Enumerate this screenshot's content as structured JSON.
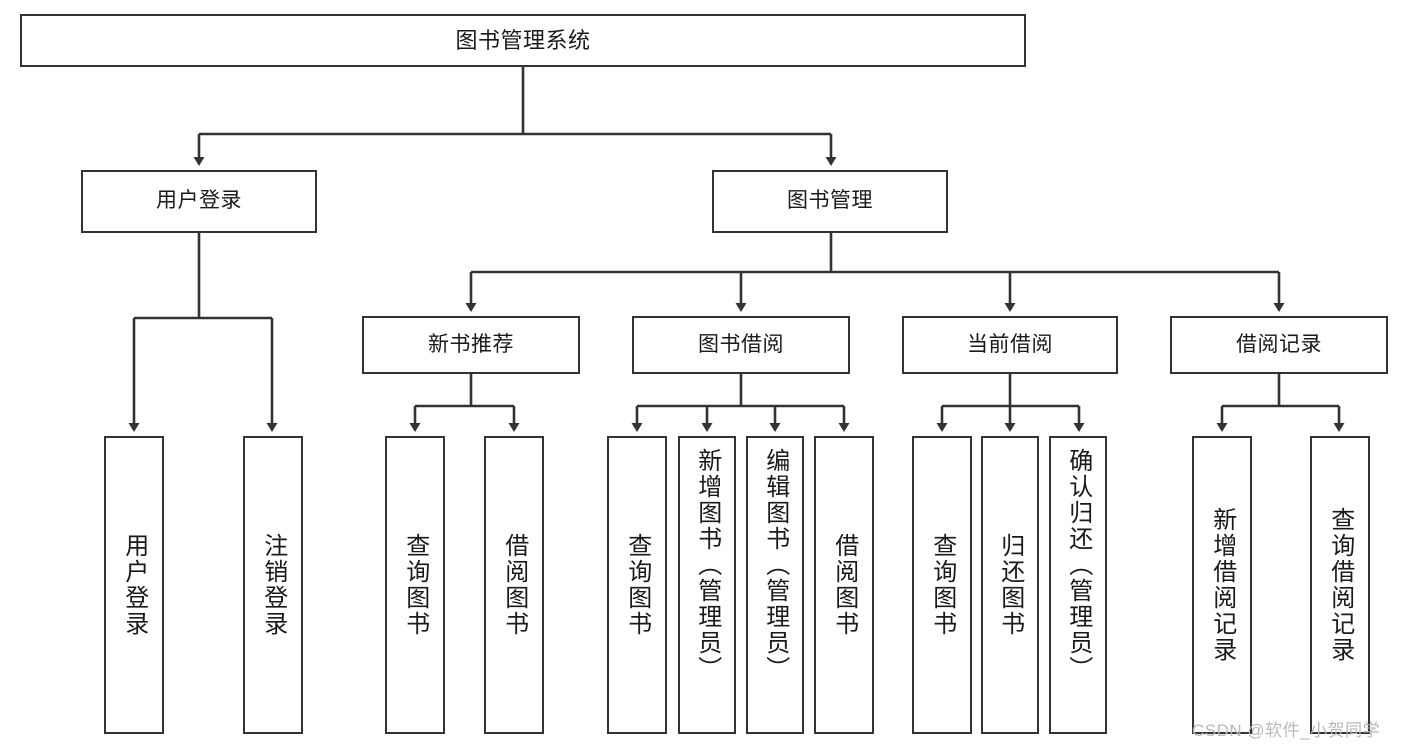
{
  "diagram": {
    "type": "hierarchy-tree",
    "title": "图书管理系统",
    "watermark": "CSDN @软件_小贺同学",
    "colors": {
      "box_border": "#333333",
      "box_fill": "#ffffff",
      "connector": "#333333",
      "text": "#1a1a1a",
      "watermark": "#b9b9b9"
    },
    "levels": {
      "root": {
        "label": "图书管理系统"
      },
      "level2": [
        {
          "label": "用户登录"
        },
        {
          "label": "图书管理"
        }
      ],
      "level3": [
        {
          "label": "新书推荐"
        },
        {
          "label": "图书借阅"
        },
        {
          "label": "当前借阅"
        },
        {
          "label": "借阅记录"
        }
      ],
      "leaves": {
        "user_login": [
          {
            "label": "用户登录"
          },
          {
            "label": "注销登录"
          }
        ],
        "new_book_recommend": [
          {
            "label": "查询图书"
          },
          {
            "label": "借阅图书"
          }
        ],
        "book_borrow": [
          {
            "label": "查询图书"
          },
          {
            "label": "新增图书（管理员）"
          },
          {
            "label": "编辑图书（管理员）"
          },
          {
            "label": "借阅图书"
          }
        ],
        "current_borrow": [
          {
            "label": "查询图书"
          },
          {
            "label": "归还图书"
          },
          {
            "label": "确认归还（管理员）"
          }
        ],
        "borrow_record": [
          {
            "label": "新增借阅记录"
          },
          {
            "label": "查询借阅记录"
          }
        ]
      }
    }
  }
}
